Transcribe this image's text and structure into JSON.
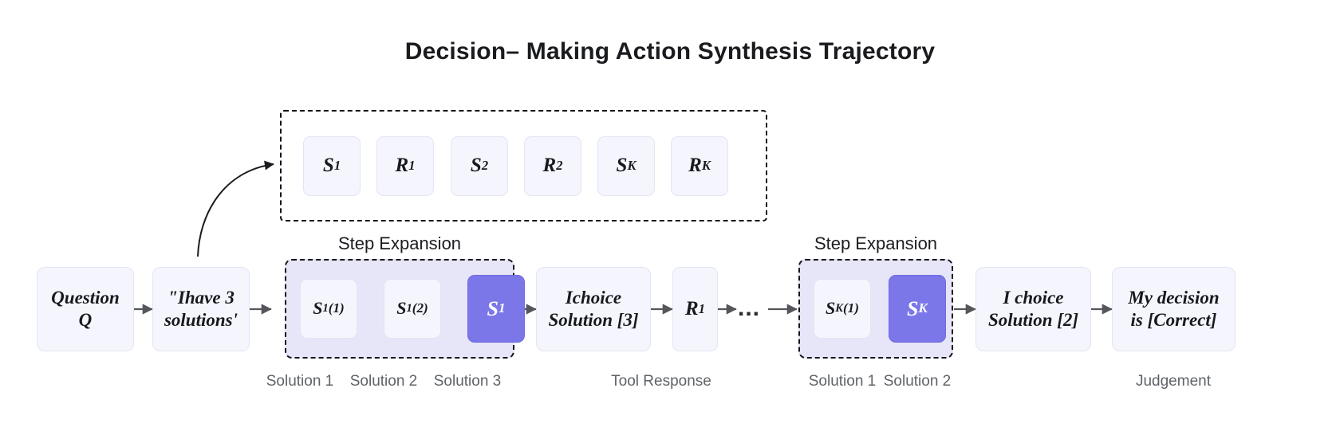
{
  "title": "Decision– Making Action Synthesis Trajectory",
  "colors": {
    "accent": "#7b77e8",
    "node_fill": "#f4f5fd",
    "group_fill": "#e7e5f8",
    "dash_stroke": "#15161a",
    "arrow": "#55565c",
    "caption": "#5f6368"
  },
  "top_chain": {
    "nodes": [
      {
        "base": "S",
        "sub": "1"
      },
      {
        "base": "R",
        "sub": "1"
      },
      {
        "base": "S",
        "sub": "2"
      },
      {
        "base": "R",
        "sub": "2"
      },
      {
        "base": "S",
        "sub": "K"
      },
      {
        "base": "R",
        "sub": "K"
      }
    ]
  },
  "main_row": {
    "question": "Question\nQ",
    "claim": "\"Ihave 3\nsolutions'",
    "tool_response_1": "Ichoice\nSolution [3]",
    "reason_1": {
      "base": "R",
      "sub": "1"
    },
    "ellipsis": "...",
    "tool_response_2": "I choice\nSolution [2]",
    "judgement": "My decision\nis [Correct]"
  },
  "step_expansion_1": {
    "title": "Step Expansion",
    "nodes": [
      {
        "base": "S",
        "sub": "1",
        "sup": "(1)",
        "accent": false
      },
      {
        "base": "S",
        "sub": "1",
        "sup": "(2)",
        "accent": false
      },
      {
        "base": "S",
        "sub": "1",
        "sup": "",
        "accent": true
      }
    ],
    "captions": [
      "Solution 1",
      "Solution 2",
      "Solution 3"
    ]
  },
  "step_expansion_2": {
    "title": "Step Expansion",
    "nodes": [
      {
        "base": "S",
        "sub": "K",
        "sup": "(1)",
        "accent": false
      },
      {
        "base": "S",
        "sub": "K",
        "sup": "",
        "accent": true
      }
    ],
    "captions": [
      "Solution 1",
      "Solution 2"
    ]
  },
  "captions": {
    "tool_response": "Tool Response",
    "judgement": "Judgement"
  }
}
